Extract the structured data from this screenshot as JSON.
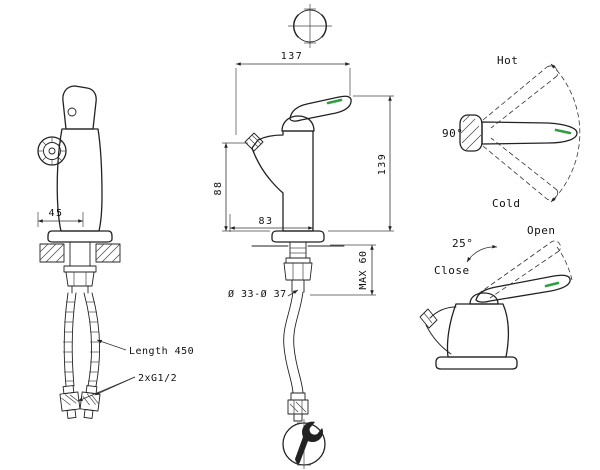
{
  "colors": {
    "line": "#222222",
    "accent_green": "#2f9e41",
    "background": "#ffffff"
  },
  "front_view": {
    "dim_total_width": "137",
    "dim_total_height": "139",
    "dim_spout_height": "88",
    "dim_spout_reach": "83",
    "dim_mounting_hole": "Ø 33-Ø 37",
    "dim_max_thickness": "MAX 60"
  },
  "side_view": {
    "dim_depth": "45",
    "hose_length_label": "Length 450",
    "connection_label": "2xG1/2"
  },
  "handle_swing": {
    "hot_label": "Hot",
    "cold_label": "Cold",
    "angle_label": "90°"
  },
  "handle_lift": {
    "open_label": "Open",
    "close_label": "Close",
    "angle_label": "25°"
  }
}
